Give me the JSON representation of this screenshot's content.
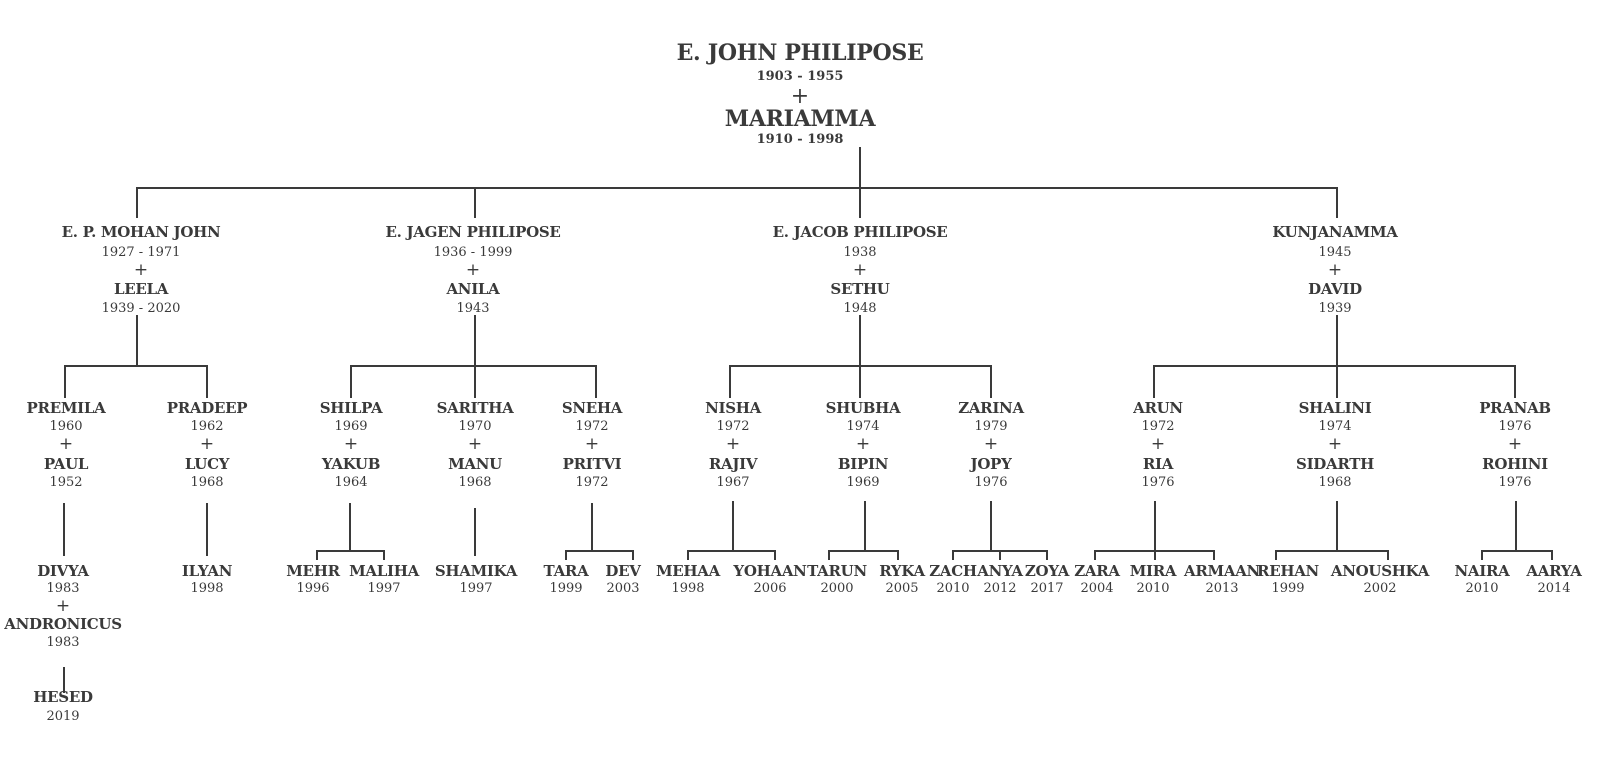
{
  "tree": {
    "root": {
      "name": "E. JOHN PHILIPOSE",
      "years": "1903 - 1955",
      "plus": "+",
      "spouse": "MARIAMMA",
      "spouse_years": "1910 - 1998"
    },
    "children": [
      {
        "name": "E. P. MOHAN JOHN",
        "years": "1927 - 1971",
        "plus": "+",
        "spouse": "LEELA",
        "spouse_years": "1939 - 2020",
        "children": [
          {
            "name": "PREMILA",
            "years": "1960",
            "plus": "+",
            "spouse": "PAUL",
            "spouse_years": "1952",
            "children": [
              {
                "name": "DIVYA",
                "years": "1983",
                "plus": "+",
                "spouse": "ANDRONICUS",
                "spouse_years": "1983",
                "children": [
                  {
                    "name": "HESED",
                    "years": "2019"
                  }
                ]
              }
            ]
          },
          {
            "name": "PRADEEP",
            "years": "1962",
            "plus": "+",
            "spouse": "LUCY",
            "spouse_years": "1968",
            "children": [
              {
                "name": "ILYAN",
                "years": "1998"
              }
            ]
          }
        ]
      },
      {
        "name": "E. JAGEN PHILIPOSE",
        "years": "1936 - 1999",
        "plus": "+",
        "spouse": "ANILA",
        "spouse_years": "1943",
        "children": [
          {
            "name": "SHILPA",
            "years": "1969",
            "plus": "+",
            "spouse": "YAKUB",
            "spouse_years": "1964",
            "children": [
              {
                "name": "MEHR",
                "years": "1996"
              },
              {
                "name": "MALIHA",
                "years": "1997"
              }
            ]
          },
          {
            "name": "SARITHA",
            "years": "1970",
            "plus": "+",
            "spouse": "MANU",
            "spouse_years": "1968",
            "children": [
              {
                "name": "SHAMIKA",
                "years": "1997"
              }
            ]
          },
          {
            "name": "SNEHA",
            "years": "1972",
            "plus": "+",
            "spouse": "PRITVI",
            "spouse_years": "1972",
            "children": [
              {
                "name": "TARA",
                "years": "1999"
              },
              {
                "name": "DEV",
                "years": "2003"
              }
            ]
          }
        ]
      },
      {
        "name": "E. JACOB PHILIPOSE",
        "years": "1938",
        "plus": "+",
        "spouse": "SETHU",
        "spouse_years": "1948",
        "children": [
          {
            "name": "NISHA",
            "years": "1972",
            "plus": "+",
            "spouse": "RAJIV",
            "spouse_years": "1967",
            "children": [
              {
                "name": "MEHAA",
                "years": "1998"
              },
              {
                "name": "YOHAAN",
                "years": "2006"
              }
            ]
          },
          {
            "name": "SHUBHA",
            "years": "1974",
            "plus": "+",
            "spouse": "BIPIN",
            "spouse_years": "1969",
            "children": [
              {
                "name": "TARUN",
                "years": "2000"
              },
              {
                "name": "RYKA",
                "years": "2005"
              }
            ]
          },
          {
            "name": "ZARINA",
            "years": "1979",
            "plus": "+",
            "spouse": "JOPY",
            "spouse_years": "1976",
            "children": [
              {
                "name": "ZACH",
                "years": "2010"
              },
              {
                "name": "ANYA",
                "years": "2012"
              },
              {
                "name": "ZOYA",
                "years": "2017"
              }
            ]
          }
        ]
      },
      {
        "name": "KUNJANAMMA",
        "years": "1945",
        "plus": "+",
        "spouse": "DAVID",
        "spouse_years": "1939",
        "children": [
          {
            "name": "ARUN",
            "years": "1972",
            "plus": "+",
            "spouse": "RIA",
            "spouse_years": "1976",
            "children": [
              {
                "name": "ZARA",
                "years": "2004"
              },
              {
                "name": "MIRA",
                "years": "2010"
              },
              {
                "name": "ARMAAN",
                "years": "2013"
              }
            ]
          },
          {
            "name": "SHALINI",
            "years": "1974",
            "plus": "+",
            "spouse": "SIDARTH",
            "spouse_years": "1968",
            "children": [
              {
                "name": "REHAN",
                "years": "1999"
              },
              {
                "name": "ANOUSHKA",
                "years": "2002"
              }
            ]
          },
          {
            "name": "PRANAB",
            "years": "1976",
            "plus": "+",
            "spouse": "ROHINI",
            "spouse_years": "1976",
            "children": [
              {
                "name": "NAIRA",
                "years": "2010"
              },
              {
                "name": "AARYA",
                "years": "2014"
              }
            ]
          }
        ]
      }
    ]
  }
}
